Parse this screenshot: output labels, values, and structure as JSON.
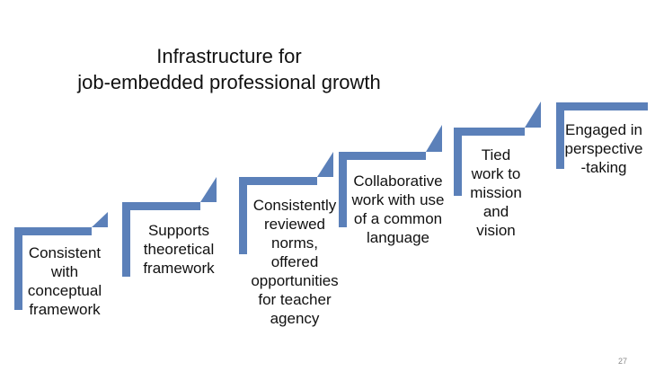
{
  "title": {
    "line1": "Infrastructure for",
    "line2": "job-embedded professional growth"
  },
  "accent_color": "#5b80b9",
  "steps": [
    {
      "text": "Consistent\nwith\nconceptual\nframework"
    },
    {
      "text": "Supports\ntheoretical\nframework"
    },
    {
      "text": "Consistently\nreviewed\nnorms,\noffered\nopportunities\nfor teacher\nagency"
    },
    {
      "text": "Collaborative\nwork with use\nof a common\nlanguage"
    },
    {
      "text": "Tied\nwork to\nmission\nand\nvision"
    },
    {
      "text": "Engaged in\nperspective\n-taking"
    }
  ],
  "slide_number": "27"
}
